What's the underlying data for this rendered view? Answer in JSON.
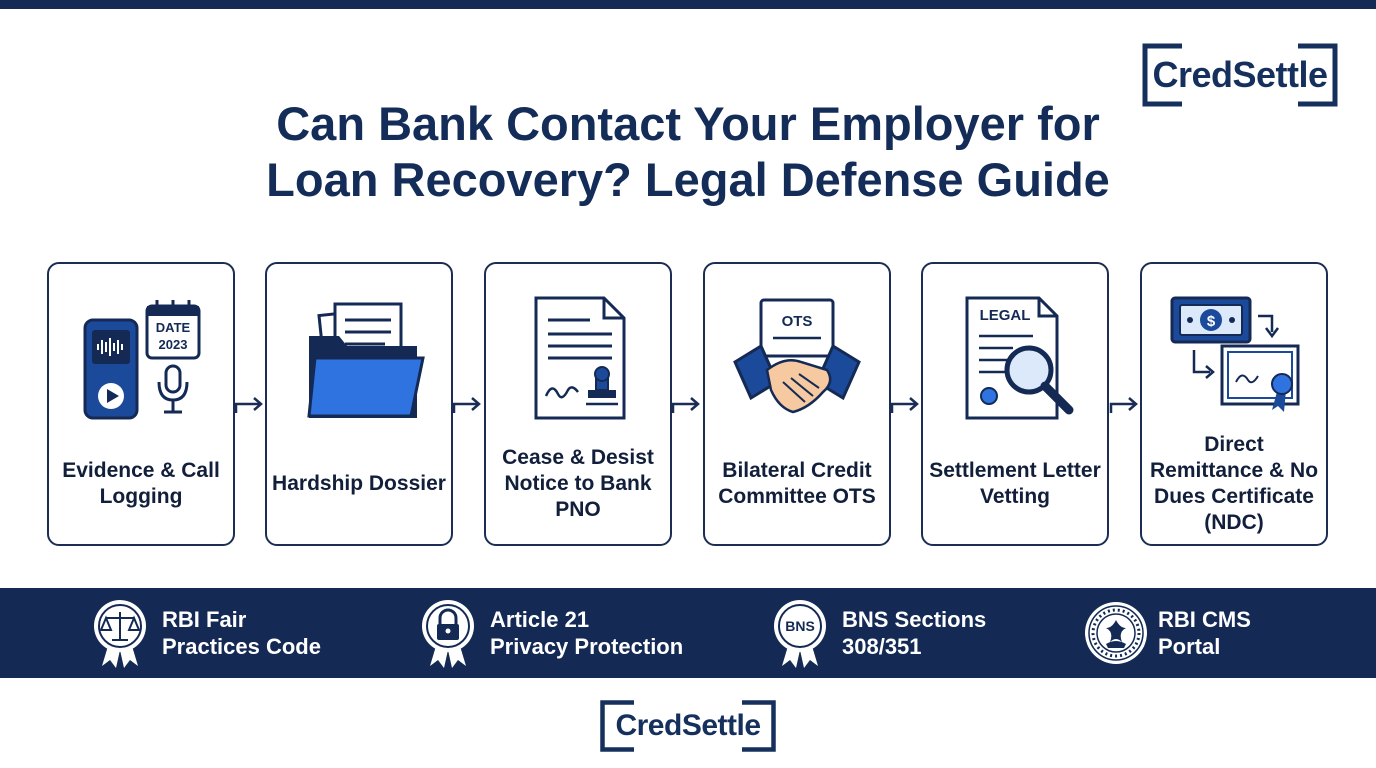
{
  "brand": {
    "name": "CredSettle"
  },
  "title": {
    "line1": "Can Bank Contact Your Employer for",
    "line2": "Loan Recovery? Legal Defense Guide"
  },
  "colors": {
    "navy": "#142a55",
    "accent_blue": "#2f73e0",
    "mid_blue": "#1c4a9a",
    "skin": "#f7c9a0"
  },
  "steps": [
    {
      "label": "Evidence & Call Logging",
      "icon": "recorder-calendar-microphone-icon",
      "icon_text": [
        "DATE",
        "2023"
      ]
    },
    {
      "label": "Hardship Dossier",
      "icon": "folder-documents-icon"
    },
    {
      "label": "Cease & Desist Notice to Bank PNO",
      "icon": "signed-stamped-notice-icon"
    },
    {
      "label": "Bilateral Credit Committee OTS",
      "icon": "handshake-icon",
      "icon_text": [
        "OTS"
      ]
    },
    {
      "label": "Settlement Letter Vetting",
      "icon": "legal-document-magnifier-icon",
      "icon_text": [
        "LEGAL"
      ]
    },
    {
      "label": "Direct Remittance & No Dues Certificate (NDC)",
      "icon": "money-certificate-icon"
    }
  ],
  "badges": [
    {
      "line1": "RBI Fair",
      "line2": "Practices Code",
      "icon": "scales-seal-icon"
    },
    {
      "line1": "Article 21",
      "line2": "Privacy Protection",
      "icon": "padlock-seal-icon"
    },
    {
      "line1": "BNS Sections",
      "line2": "308/351",
      "icon": "bns-seal-icon",
      "icon_text": "BNS"
    },
    {
      "line1": "RBI CMS",
      "line2": "Portal",
      "icon": "rbi-emblem-icon"
    }
  ]
}
